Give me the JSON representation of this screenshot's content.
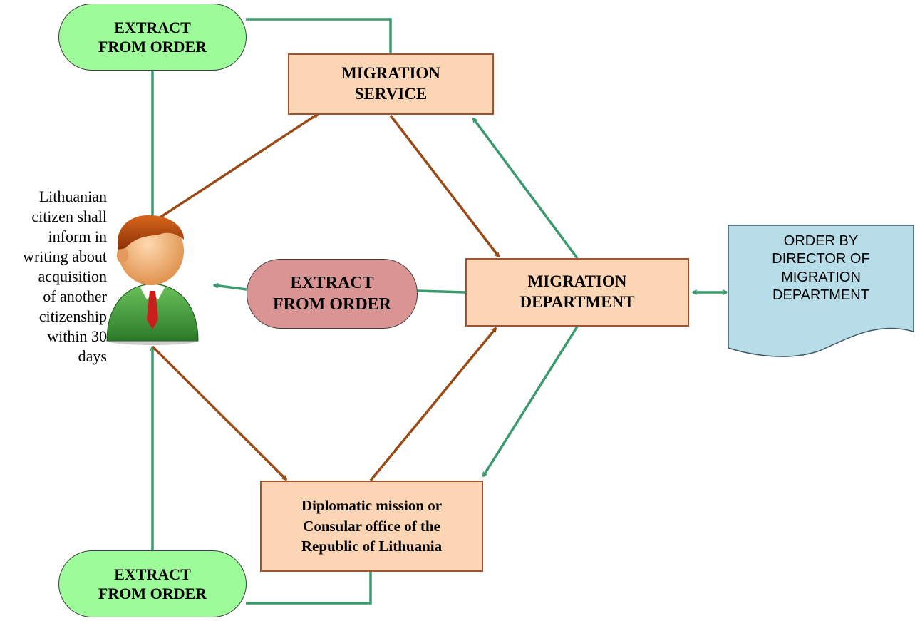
{
  "nodes": {
    "extract_top": "EXTRACT\nFROM ORDER",
    "migration_service": "MIGRATION\nSERVICE",
    "extract_mid": "EXTRACT\nFROM ORDER",
    "migration_department": "MIGRATION\nDEPARTMENT",
    "order_doc": "ORDER BY\nDIRECTOR OF\nMIGRATION\nDEPARTMENT",
    "diplomatic": "Diplomatic mission or\nConsular office of the\nRepublic of Lithuania",
    "extract_bottom": "EXTRACT\nFROM ORDER",
    "citizen_note": "Lithuanian\ncitizen shall\ninform in\nwriting about\nacquisition\nof another\ncitizenship\nwithin 30\ndays"
  },
  "icons": {
    "person": "businessman-icon",
    "document": "document-icon"
  },
  "colors": {
    "green_pill": "#9dfb9a",
    "red_pill": "#d99493",
    "orange_box": "#fcd5b4",
    "orange_border": "#a0522d",
    "document": "#b7dde8",
    "arrow_green": "#3a9a6e",
    "arrow_brown": "#9a4a14"
  }
}
